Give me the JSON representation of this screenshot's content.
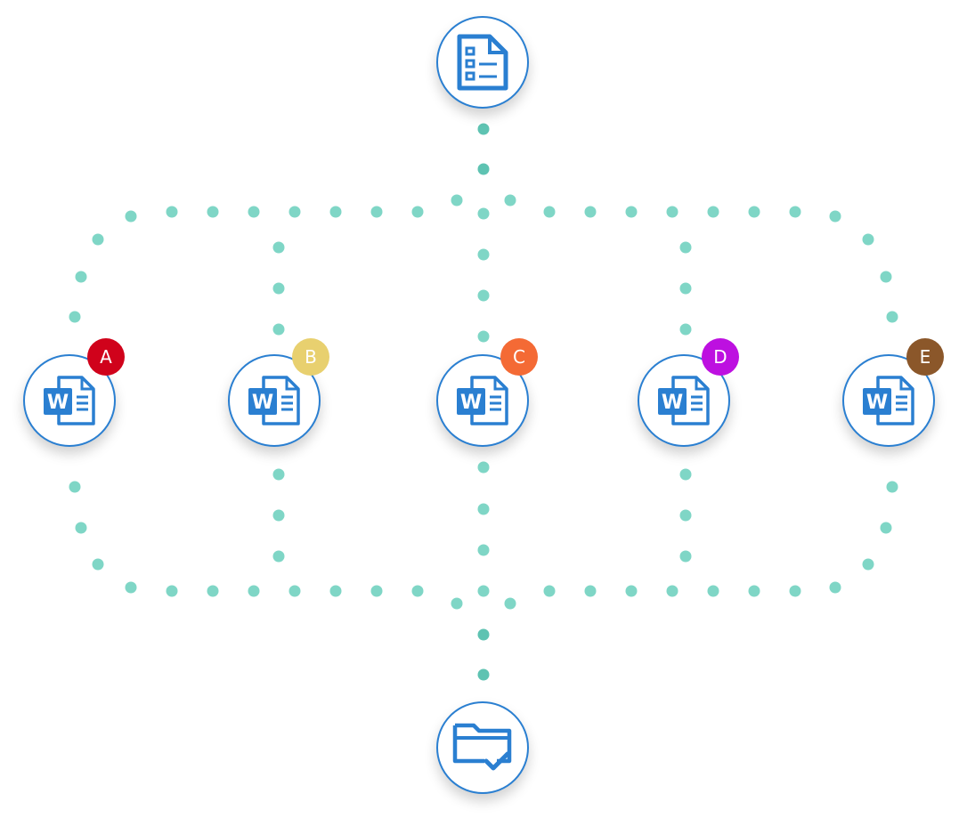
{
  "diagram": {
    "colors": {
      "connector": "#7fd6c6",
      "connector_dark": "#5ec3b2",
      "node_border": "#2a7fd1",
      "icon_blue": "#2a7fd1"
    },
    "top_node": {
      "icon": "checklist-document-icon"
    },
    "bottom_node": {
      "icon": "folder-check-icon"
    },
    "documents": [
      {
        "label": "A",
        "color": "#d0021b",
        "icon": "word-document-icon"
      },
      {
        "label": "B",
        "color": "#e8d06f",
        "icon": "word-document-icon"
      },
      {
        "label": "C",
        "color": "#f46a35",
        "icon": "word-document-icon"
      },
      {
        "label": "D",
        "color": "#bd10e0",
        "icon": "word-document-icon"
      },
      {
        "label": "E",
        "color": "#8b572a",
        "icon": "word-document-icon"
      }
    ]
  }
}
